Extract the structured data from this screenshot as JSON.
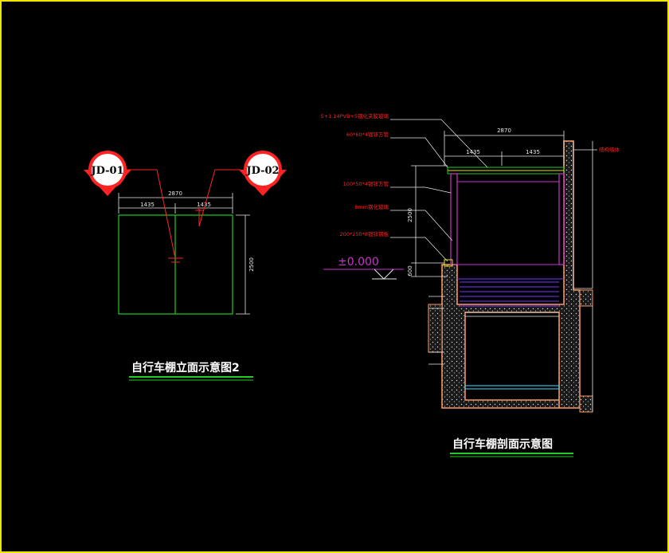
{
  "colors": {
    "frame": "#f2e600",
    "lines": "#e8e8e8",
    "red": "#ff2222",
    "green": "#22cc22",
    "magenta": "#cc33cc",
    "purple": "#7a33ff",
    "orange": "#ff9a66",
    "cyan": "#44ddff",
    "yellow": "#e6e600"
  },
  "elevation": {
    "title": "自行车棚立面示意图2",
    "markers": [
      {
        "label": "JD-01"
      },
      {
        "label": "JD-02"
      }
    ],
    "dims": {
      "total_width": "2870",
      "left_width": "1435",
      "right_width": "1435",
      "height": "2500"
    }
  },
  "section": {
    "title": "自行车棚剖面示意图",
    "level": "±0.000",
    "dims": {
      "total_width": "2870",
      "left_width": "1435",
      "right_width": "1435",
      "height": "2500",
      "base": "600"
    },
    "callouts_left": [
      "5+1.14PVB+5钢化夹胶玻璃",
      "60*60*4镀锌方管",
      "100*50*4镀锌方管",
      "8mm钢化玻璃",
      "200*250*8镀锌钢板"
    ],
    "callouts_right": [
      "结构墙体"
    ]
  }
}
